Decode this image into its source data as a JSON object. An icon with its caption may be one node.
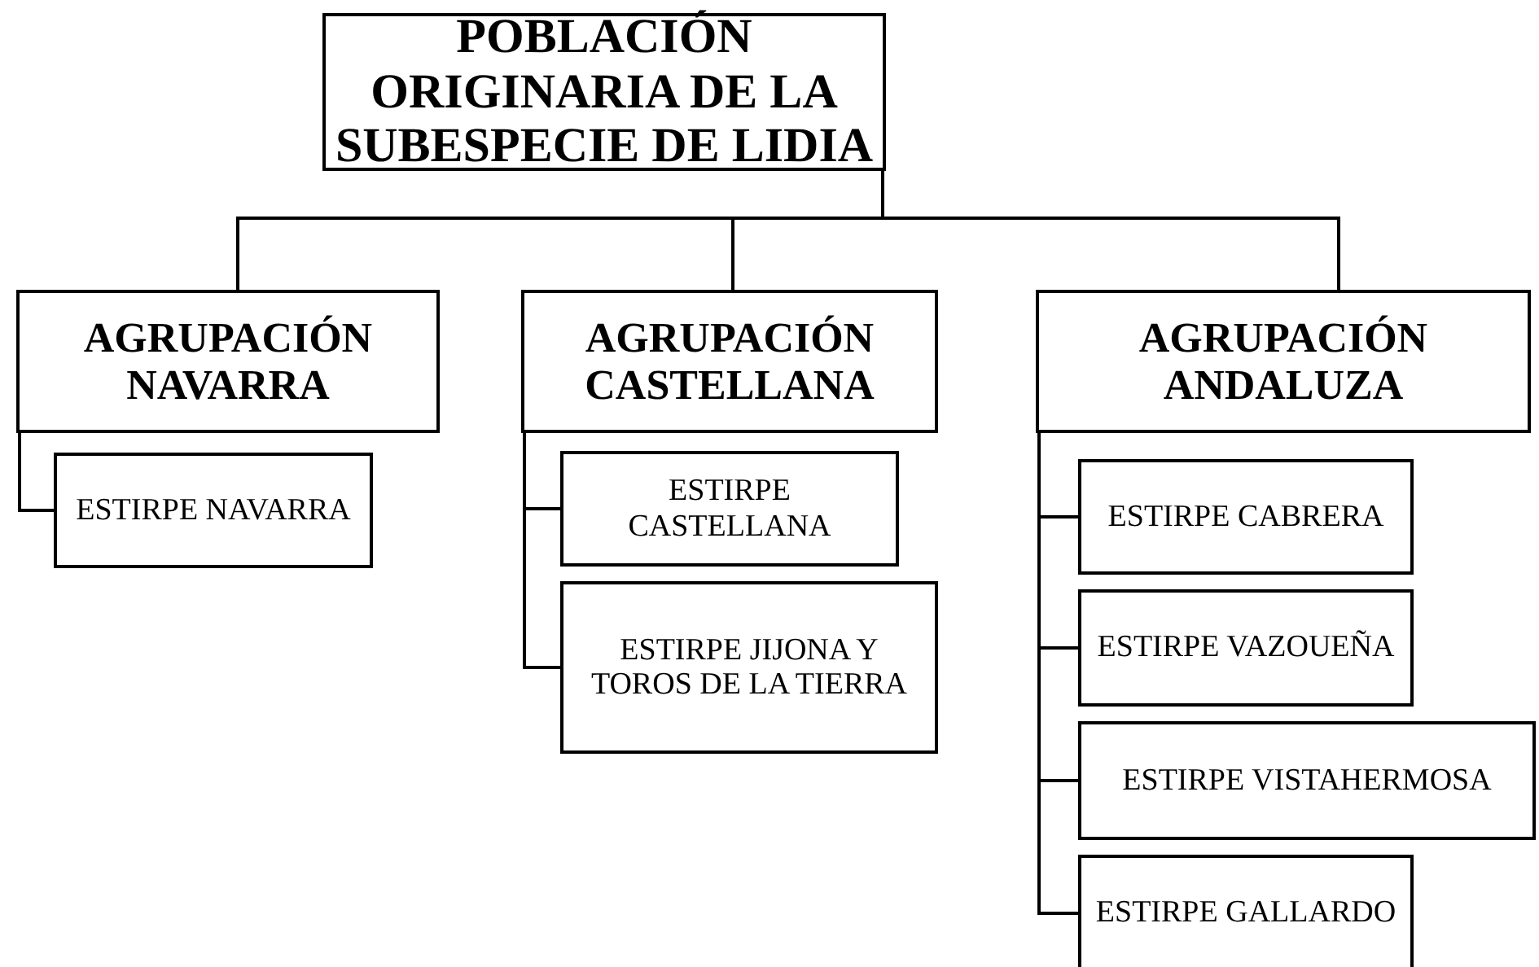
{
  "diagram": {
    "nodes": [
      {
        "text": [
          "POBLACIÓN ORIGINARIA DE LA SUBESPECIE DE LIDIA"
        ]
      },
      {
        "text": [
          "AGRUPACIÓN NAVARRA"
        ]
      },
      {
        "text": [
          "AGRUPACIÓN CASTELLANA"
        ]
      },
      {
        "text": [
          "AGRUPACIÓN ANDALUZA"
        ]
      },
      {
        "text": [
          "ESTIRPE NAVARRA"
        ]
      },
      {
        "text": [
          "ESTIRPE CASTELLANA"
        ]
      },
      {
        "text": [
          "ESTIRPE JIJONA Y TOROS DE LA TIERRA"
        ]
      },
      {
        "text": [
          "ESTIRPE CABRERA"
        ]
      },
      {
        "text": [
          "ESTIRPE VAZOUEÑA"
        ]
      },
      {
        "text": [
          "ESTIRPE VISTAHERMOSA"
        ]
      },
      {
        "text": [
          "ESTIRPE GALLARDO"
        ]
      }
    ],
    "edges": [
      {
        "from": 0,
        "to": 1,
        "arrow": "none"
      },
      {
        "from": 0,
        "to": 2,
        "arrow": "none"
      },
      {
        "from": 0,
        "to": 3,
        "arrow": "none"
      },
      {
        "from": 1,
        "to": 4,
        "arrow": "none"
      },
      {
        "from": 2,
        "to": 5,
        "arrow": "none"
      },
      {
        "from": 2,
        "to": 6,
        "arrow": "none"
      },
      {
        "from": 3,
        "to": 7,
        "arrow": "none"
      },
      {
        "from": 3,
        "to": 8,
        "arrow": "none"
      },
      {
        "from": 3,
        "to": 9,
        "arrow": "none"
      },
      {
        "from": 3,
        "to": 10,
        "arrow": "none"
      }
    ]
  }
}
